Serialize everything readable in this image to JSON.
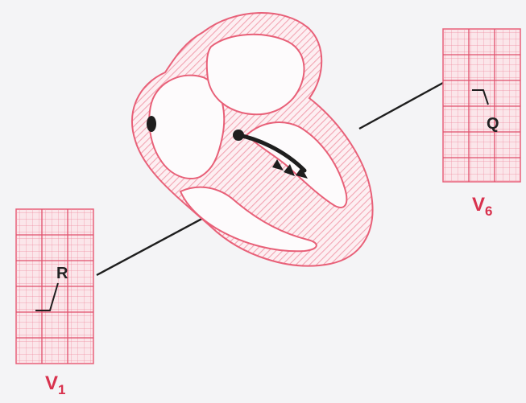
{
  "colors": {
    "background": "#f4f4f6",
    "ecg_grid": "#e8607a",
    "ecg_paper": "#fbe6ea",
    "heart_outline": "#e86078",
    "heart_hatch": "#f2a4b2",
    "ink": "#1e1e1e",
    "lead_label": "#d8324e"
  },
  "lead_v1": {
    "label_main": "V",
    "label_sub": "1",
    "wave_label": "R"
  },
  "lead_v6": {
    "label_main": "V",
    "label_sub": "6",
    "wave_label": "Q"
  },
  "icons": [
    "heart-cross-section",
    "conduction-arrow-icon",
    "ecg-strip-icon"
  ]
}
